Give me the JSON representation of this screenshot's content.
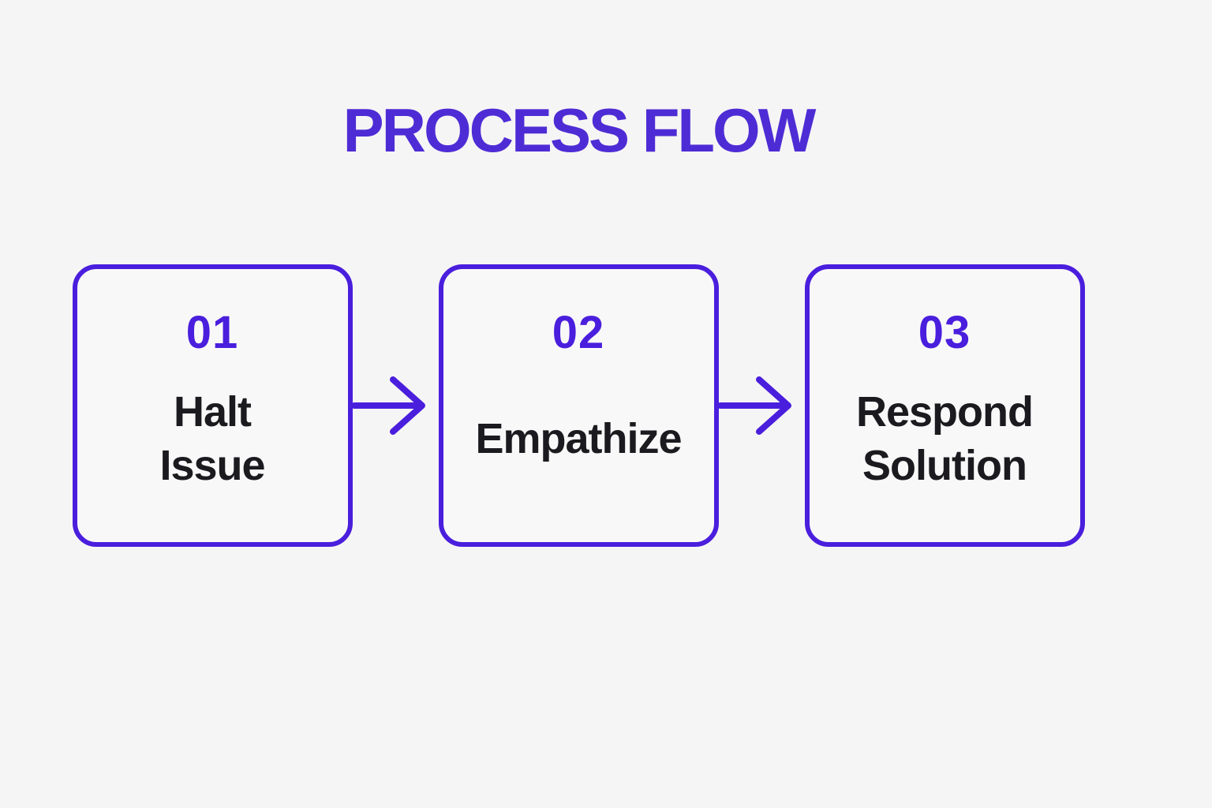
{
  "title": {
    "text": "PROCESS FLOW"
  },
  "colors": {
    "accent": "#4A1EDD",
    "title_color": "#4E2CD5",
    "background": "#F6F5F5",
    "box_fill": "#F9F8F9",
    "step_text": "#1B1A1E"
  },
  "arrow_icon": "arrow-right",
  "steps": [
    {
      "number": "01",
      "label_lines": [
        "Halt",
        "Issue"
      ]
    },
    {
      "number": "02",
      "label_lines": [
        "Empathize"
      ]
    },
    {
      "number": "03",
      "label_lines": [
        "Respond",
        "Solution"
      ]
    }
  ]
}
